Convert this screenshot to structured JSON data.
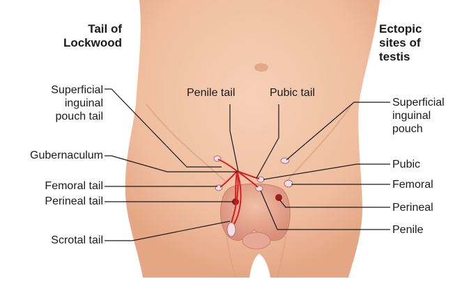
{
  "headings": {
    "left": "Tail of\nLockwood",
    "right": "Ectopic\nsites of\ntestis"
  },
  "left_labels": {
    "superficial_inguinal_pouch_tail": "Superficial\ninguinal\npouch tail",
    "gubernaculum": "Gubernaculum",
    "femoral_tail": "Femoral tail",
    "perineal_tail": "Perineal tail",
    "scrotal_tail": "Scrotal tail"
  },
  "top_labels": {
    "penile_tail": "Penile tail",
    "pubic_tail": "Pubic tail"
  },
  "right_labels": {
    "superficial_inguinal_pouch": "Superficial\ninguinal\npouch",
    "pubic": "Pubic",
    "femoral": "Femoral",
    "perineal": "Perineal",
    "penile": "Penile"
  },
  "colors": {
    "skin": "#f2c3a6",
    "skin_shadow": "#e3a888",
    "leader_line": "#1a1a1a",
    "tail_line": "#d42020",
    "ectopic_site": "#f4dde4",
    "perineal_site": "#9a2020"
  }
}
